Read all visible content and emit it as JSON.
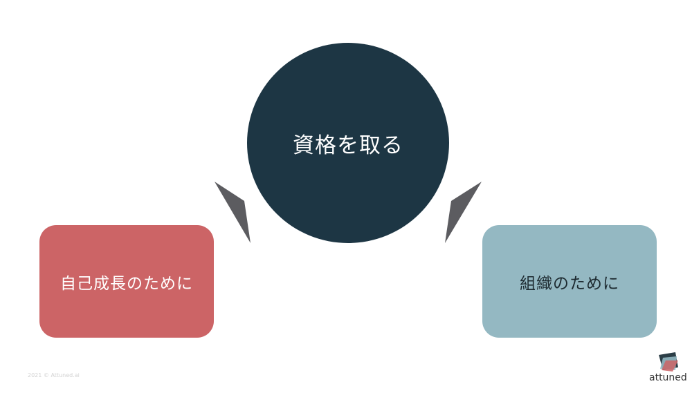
{
  "diagram": {
    "center": {
      "label": "資格を取る"
    },
    "left": {
      "label": "自己成長のために"
    },
    "right": {
      "label": "組織のために"
    }
  },
  "footer": {
    "copyright": "2021 © Attuned.ai",
    "brand": "attuned"
  },
  "colors": {
    "center_fill": "#1d3644",
    "left_fill": "#cc6466",
    "right_fill": "#94b8c2",
    "connector": "#5c5c60"
  }
}
